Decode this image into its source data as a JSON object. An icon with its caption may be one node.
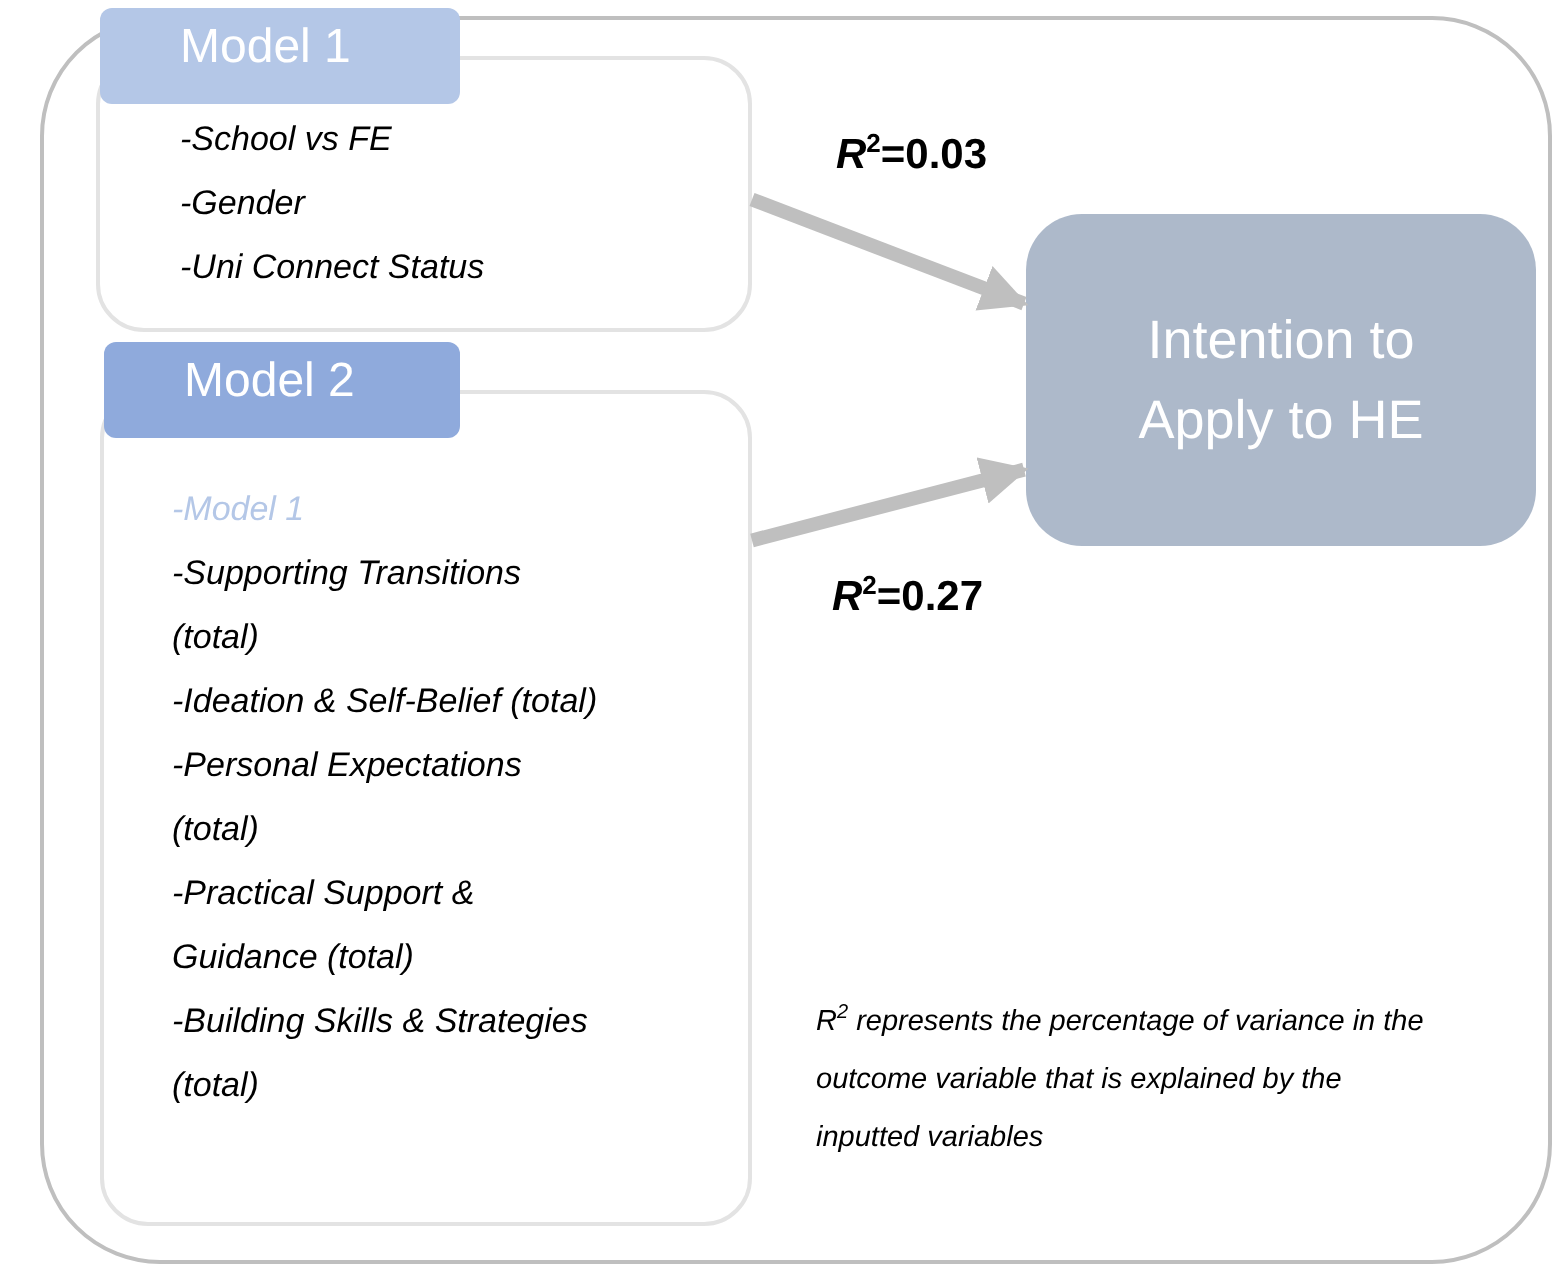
{
  "diagram": {
    "nodes": [
      {
        "text": [],
        "shape": "box"
      },
      {
        "text": [
          "Model 1",
          "-School vs FE",
          "-Gender",
          "-Uni Connect Status"
        ],
        "in": 0
      },
      {
        "text": [
          "Model 2",
          "-Model 1",
          "-Supporting Transitions (total)",
          "-Ideation & Self-Belief (total)",
          "-Personal Expectations (total)",
          "-Practical Support & Guidance (total)",
          "-Building Skills & Strategies (total)"
        ],
        "in": 0
      },
      {
        "text": [
          "Intention to Apply to HE"
        ],
        "in": 0
      }
    ],
    "edges": [
      {
        "from": 1,
        "to": 3,
        "arrow": "to",
        "label": "*R*$^{2}$=0.03"
      },
      {
        "from": 2,
        "to": 3,
        "arrow": "to",
        "label": "*R*$^{2}$=0.27"
      }
    ],
    "labels": [
      "*R*$^{2}$ represents the percentage of variance in the outcome variable that is explained by the inputted variables"
    ]
  }
}
